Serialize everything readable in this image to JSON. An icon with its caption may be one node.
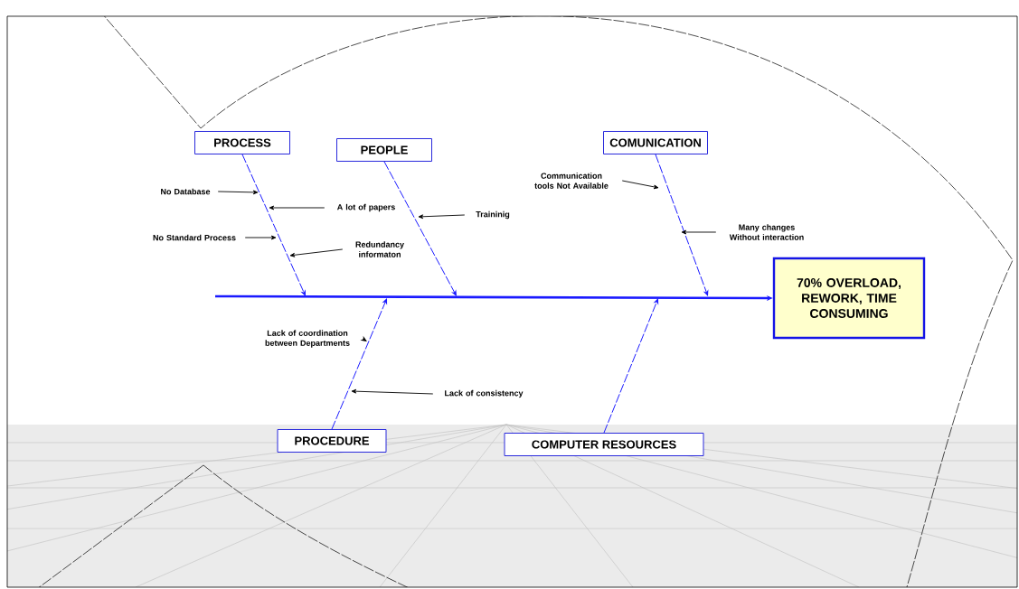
{
  "diagram": {
    "nodes": [
      {
        "text": [
          "PROCESS"
        ]
      },
      {
        "text": [
          "PEOPLE"
        ]
      },
      {
        "text": [
          "COMUNICATION"
        ]
      },
      {
        "text": [
          "70% OVERLOAD, REWORK, TIME CONSUMING"
        ]
      },
      {
        "text": [
          "PROCEDURE"
        ]
      },
      {
        "text": [
          "COMPUTER RESOURCES"
        ]
      },
      {
        "text": [
          "No Database"
        ]
      },
      {
        "text": [
          "A lot of papers"
        ]
      },
      {
        "text": [
          "No Standard Process"
        ]
      },
      {
        "text": [
          "Redundancy informaton"
        ]
      },
      {
        "text": [
          "Traininig"
        ]
      },
      {
        "text": [
          "Communication tools Not Available"
        ]
      },
      {
        "text": [
          "Many changes Without interaction"
        ]
      },
      {
        "text": [
          "Lack of coordination between Departments"
        ]
      },
      {
        "text": [
          "Lack of consistency"
        ]
      }
    ],
    "edges": [
      {
        "from": null,
        "to": 3,
        "arrow": "to",
        "style": "thick",
        "color": "#1a1aff"
      },
      {
        "from": 0,
        "to": null,
        "arrow": "to",
        "style": "dashed",
        "color": "#1a1aff"
      },
      {
        "from": 1,
        "to": null,
        "arrow": "to",
        "style": "dashed",
        "color": "#1a1aff"
      },
      {
        "from": 2,
        "to": null,
        "arrow": "to",
        "style": "dashed",
        "color": "#1a1aff"
      },
      {
        "from": 4,
        "to": null,
        "arrow": "to",
        "style": "dashed",
        "color": "#1a1aff"
      },
      {
        "from": 5,
        "to": null,
        "arrow": "to",
        "style": "dashed",
        "color": "#1a1aff"
      },
      {
        "from": 6,
        "to": null,
        "arrow": "to"
      },
      {
        "from": 7,
        "to": null,
        "arrow": "to"
      },
      {
        "from": 8,
        "to": null,
        "arrow": "to"
      },
      {
        "from": 9,
        "to": null,
        "arrow": "to"
      },
      {
        "from": 10,
        "to": null,
        "arrow": "to"
      },
      {
        "from": 11,
        "to": null,
        "arrow": "to"
      },
      {
        "from": 12,
        "to": null,
        "arrow": "to"
      },
      {
        "from": 13,
        "to": null,
        "arrow": "to"
      },
      {
        "from": 14,
        "to": null,
        "arrow": "to"
      }
    ]
  }
}
